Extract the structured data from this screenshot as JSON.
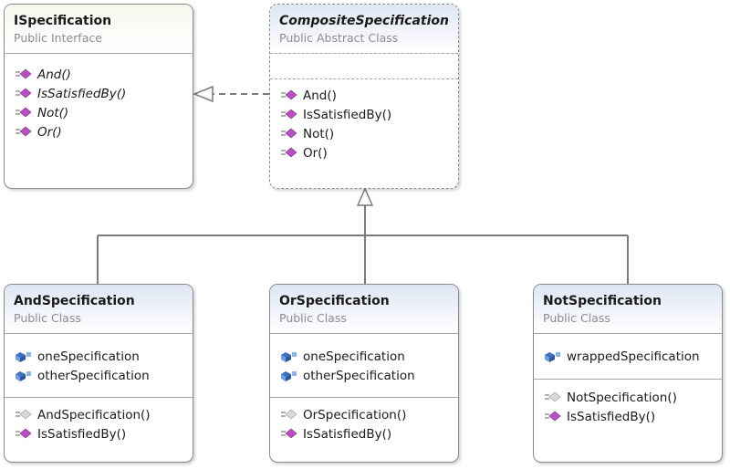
{
  "boxes": {
    "ispecification": {
      "title": "ISpecification",
      "subtitle": "Public Interface",
      "methods": [
        "And()",
        "IsSatisfiedBy()",
        "Not()",
        "Or()"
      ]
    },
    "composite": {
      "title": "CompositeSpecification",
      "subtitle": "Public Abstract Class",
      "methods": [
        "And()",
        "IsSatisfiedBy()",
        "Not()",
        "Or()"
      ]
    },
    "and_spec": {
      "title": "AndSpecification",
      "subtitle": "Public Class",
      "fields": [
        "oneSpecification",
        "otherSpecification"
      ],
      "methods": [
        "AndSpecification()",
        "IsSatisfiedBy()"
      ]
    },
    "or_spec": {
      "title": "OrSpecification",
      "subtitle": "Public Class",
      "fields": [
        "oneSpecification",
        "otherSpecification"
      ],
      "methods": [
        "OrSpecification()",
        "IsSatisfiedBy()"
      ]
    },
    "not_spec": {
      "title": "NotSpecification",
      "subtitle": "Public Class",
      "fields": [
        "wrappedSpecification"
      ],
      "methods": [
        "NotSpecification()",
        "IsSatisfiedBy()"
      ]
    }
  },
  "icons": {
    "method": "method-icon",
    "constructor": "constructor-icon",
    "field": "field-icon"
  },
  "colors": {
    "method": "#b84fc2",
    "constructor": "#b0b0b0",
    "field": "#3a6fc4",
    "line": "#7a7a7a"
  }
}
